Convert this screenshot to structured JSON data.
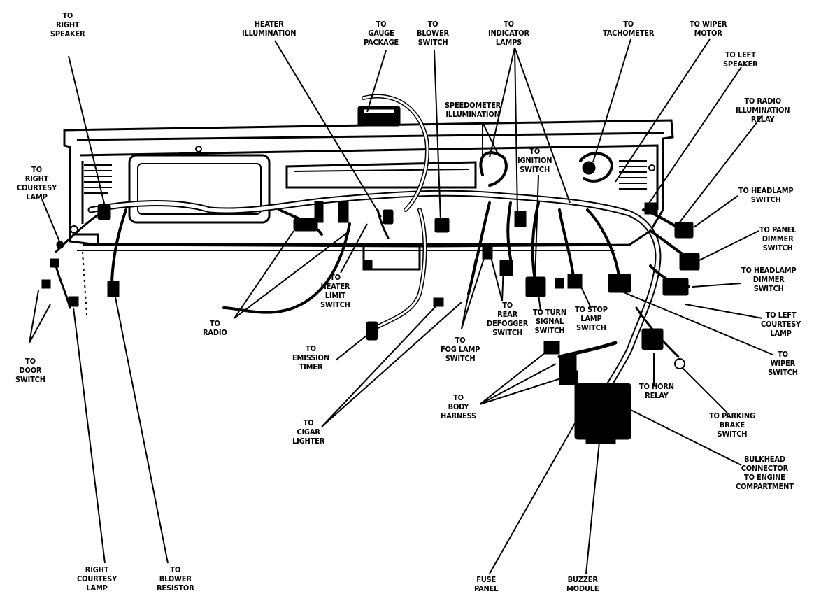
{
  "labels": {
    "right_speaker": [
      "To",
      "Right",
      "Speaker"
    ],
    "heater_illumination": [
      "Heater",
      "Illumination"
    ],
    "gauge_package": [
      "To",
      "Gauge",
      "Package"
    ],
    "blower_switch": [
      "To",
      "Blower",
      "Switch"
    ],
    "indicator_lamps": [
      "To",
      "Indicator",
      "Lamps"
    ],
    "tachometer": [
      "To",
      "Tachometer"
    ],
    "wiper_motor": [
      "To Wiper",
      "Motor"
    ],
    "left_speaker": [
      "To Left",
      "Speaker"
    ],
    "radio_illumination_relay": [
      "To Radio",
      "Illumination",
      "Relay"
    ],
    "speedometer_illumination": [
      "Speedometer",
      "Illumination"
    ],
    "ignition_switch": [
      "To",
      "Ignition",
      "Switch"
    ],
    "right_courtesy_lamp_top": [
      "To",
      "Right",
      "Courtesy",
      "Lamp"
    ],
    "headlamp_switch": [
      "To Headlamp",
      "Switch"
    ],
    "panel_dimmer_switch": [
      "To Panel",
      "Dimmer",
      "Switch"
    ],
    "headlamp_dimmer_switch": [
      "To Headlamp",
      "Dimmer",
      "Switch"
    ],
    "left_courtesy_lamp": [
      "To Left",
      "Courtesy",
      "Lamp"
    ],
    "heater_limit_switch": [
      "To",
      "Heater",
      "Limit",
      "Switch"
    ],
    "radio": [
      "To",
      "Radio"
    ],
    "rear_defogger_switch": [
      "To",
      "Rear",
      "Defogger",
      "Switch"
    ],
    "turn_signal_switch": [
      "To Turn",
      "Signal",
      "Switch"
    ],
    "stop_lamp_switch": [
      "To Stop",
      "Lamp",
      "Switch"
    ],
    "emission_timer": [
      "To",
      "Emission",
      "Timer"
    ],
    "fog_lamp_switch": [
      "To",
      "Fog Lamp",
      "Switch"
    ],
    "wiper_switch": [
      "To",
      "Wiper",
      "Switch"
    ],
    "door_switch": [
      "To",
      "Door",
      "Switch"
    ],
    "horn_relay": [
      "To Horn",
      "Relay"
    ],
    "body_harness": [
      "To",
      "Body",
      "Harness"
    ],
    "cigar_lighter": [
      "To",
      "Cigar",
      "Lighter"
    ],
    "parking_brake_switch": [
      "To Parking",
      "Brake",
      "Switch"
    ],
    "bulkhead_connector": [
      "Bulkhead",
      "Connector",
      "To Engine",
      "Compartment"
    ],
    "right_courtesy_lamp_bottom": [
      "Right",
      "Courtesy",
      "Lamp"
    ],
    "blower_resistor": [
      "To",
      "Blower",
      "Resistor"
    ],
    "fuse_panel": [
      "Fuse",
      "Panel"
    ],
    "buzzer_module": [
      "Buzzer",
      "Module"
    ]
  }
}
